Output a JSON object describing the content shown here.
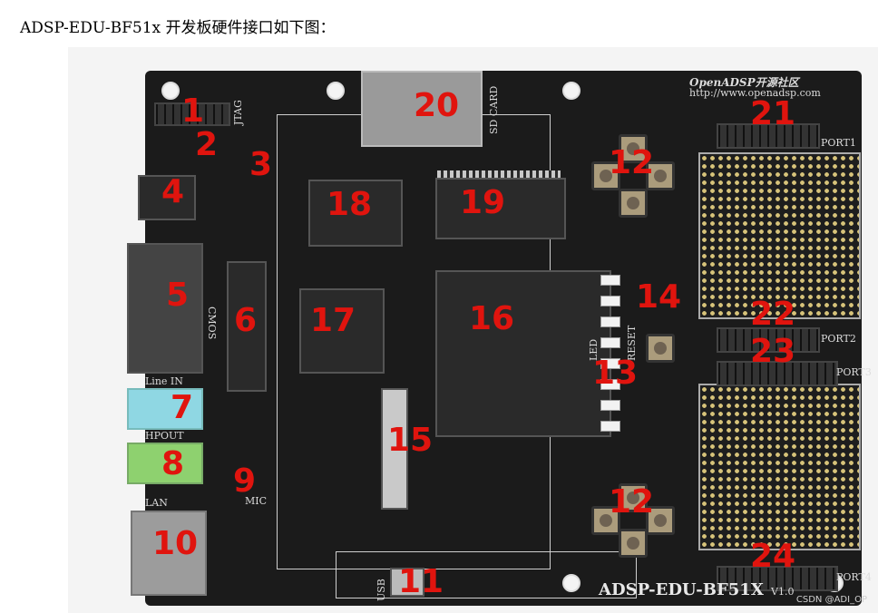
{
  "caption": "ADSP-EDU-BF51x 开发板硬件接口如下图：",
  "board": {
    "name": "ADSP-EDU-BF51X",
    "version": "V1.0",
    "brand": "OpenADSP开源社区",
    "url": "http://www.openadsp.com"
  },
  "silkscreen": {
    "jtag": "JTAG",
    "sd_card": "SD CARD",
    "cmos": "CMOS",
    "led": "LED",
    "reset": "RESET",
    "line_in": "Line IN",
    "hpout": "HPOUT",
    "lan": "LAN",
    "mic": "MIC",
    "usb": "USB",
    "port1": "PORT1",
    "port2": "PORT2",
    "port3": "PORT3",
    "port4": "PORT4"
  },
  "labels": [
    "1",
    "2",
    "3",
    "4",
    "5",
    "6",
    "7",
    "8",
    "9",
    "10",
    "11",
    "12",
    "12",
    "13",
    "14",
    "15",
    "16",
    "17",
    "18",
    "19",
    "20",
    "21",
    "22",
    "23",
    "24"
  ],
  "watermark": "CSDN @ADI_OP"
}
